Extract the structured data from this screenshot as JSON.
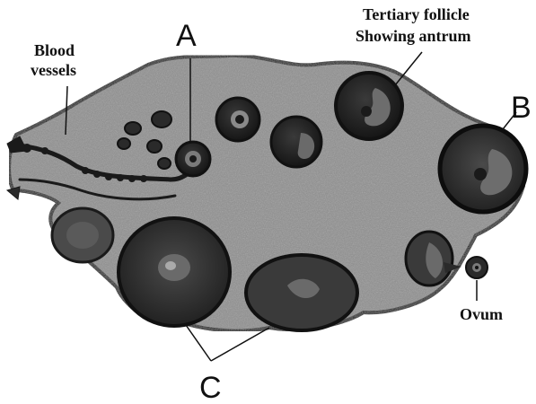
{
  "labels": {
    "a": "A",
    "b": "B",
    "c": "C",
    "blood_line1": "Blood",
    "blood_line2": "vessels",
    "tertiary_line1": "Tertiary follicle",
    "tertiary_line2": "Showing antrum",
    "ovum": "Ovum"
  },
  "colors": {
    "stroma": "#8f8f8f",
    "outline": "#1a1a1a",
    "follicle_dark": "#262626",
    "cavity": "#7a7a7a",
    "background": "#ffffff"
  }
}
